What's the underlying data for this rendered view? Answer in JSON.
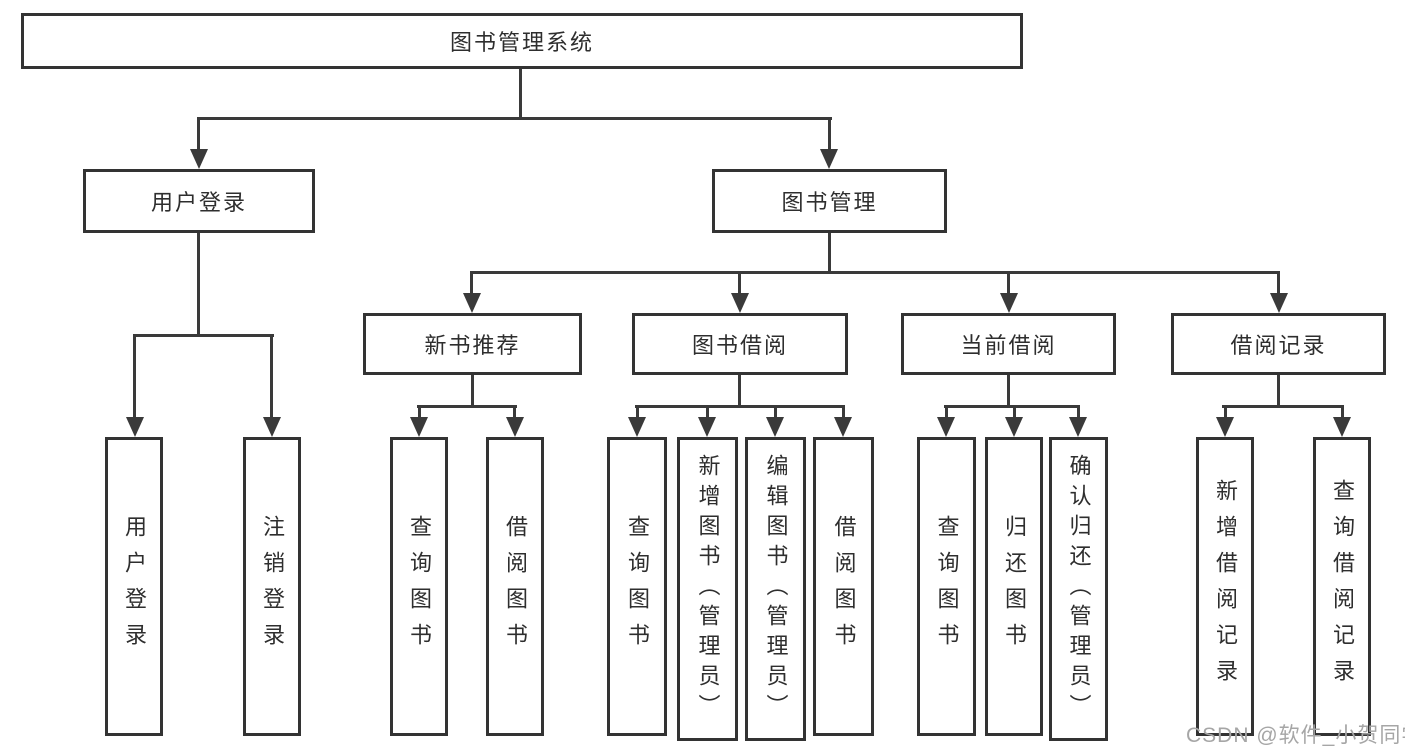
{
  "diagram": {
    "title": "图书管理系统",
    "watermark": "CSDN @软件_小贺同学",
    "level2": [
      {
        "label": "用户登录"
      },
      {
        "label": "图书管理"
      }
    ],
    "level3": [
      {
        "label": "新书推荐"
      },
      {
        "label": "图书借阅"
      },
      {
        "label": "当前借阅"
      },
      {
        "label": "借阅记录"
      }
    ],
    "leaves": {
      "user_login": [
        "用户登录",
        "注销登录"
      ],
      "new_books": [
        "查询图书",
        "借阅图书"
      ],
      "book_borrow": [
        "查询图书",
        "新增图书（管理员）",
        "编辑图书（管理员）",
        "借阅图书"
      ],
      "current_borrow": [
        "查询图书",
        "归还图书",
        "确认归还（管理员）"
      ],
      "borrow_records": [
        "新增借阅记录",
        "查询借阅记录"
      ]
    },
    "colors": {
      "line": "#3a3a3a",
      "border": "#333333",
      "text": "#2e2e2e",
      "watermark": "#a6a6a6",
      "background": "#ffffff"
    }
  }
}
